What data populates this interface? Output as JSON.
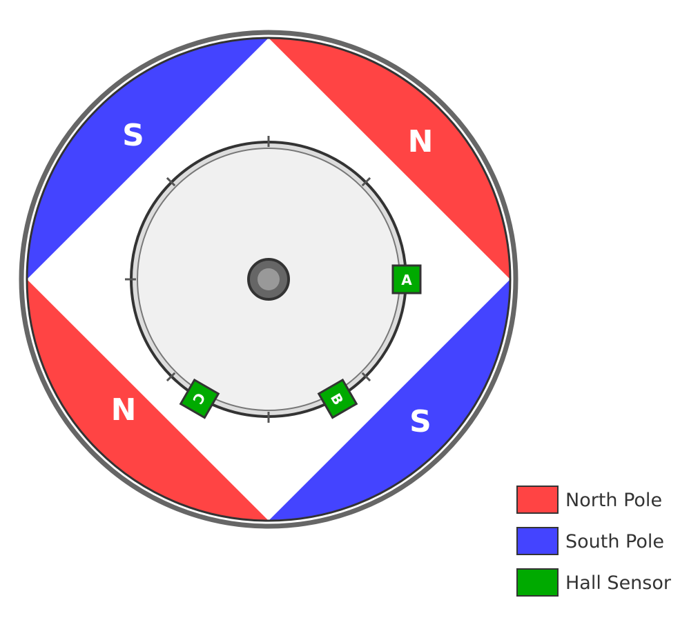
{
  "colors": {
    "north": "#ff4444",
    "south": "#4444ff",
    "sensor": "#00aa00",
    "rotor": "#f0f0f0",
    "frame": "#666666"
  },
  "poles": [
    {
      "label": "S",
      "type": "south",
      "position": "top-left"
    },
    {
      "label": "N",
      "type": "north",
      "position": "top-right"
    },
    {
      "label": "N",
      "type": "north",
      "position": "bottom-left"
    },
    {
      "label": "S",
      "type": "south",
      "position": "bottom-right"
    }
  ],
  "sensors": [
    {
      "label": "A",
      "angle_deg": 0
    },
    {
      "label": "B",
      "angle_deg": 60
    },
    {
      "label": "C",
      "angle_deg": 120
    }
  ],
  "legend": [
    {
      "label": "North Pole",
      "color": "#ff4444"
    },
    {
      "label": "South Pole",
      "color": "#4444ff"
    },
    {
      "label": "Hall Sensor",
      "color": "#00aa00"
    }
  ]
}
